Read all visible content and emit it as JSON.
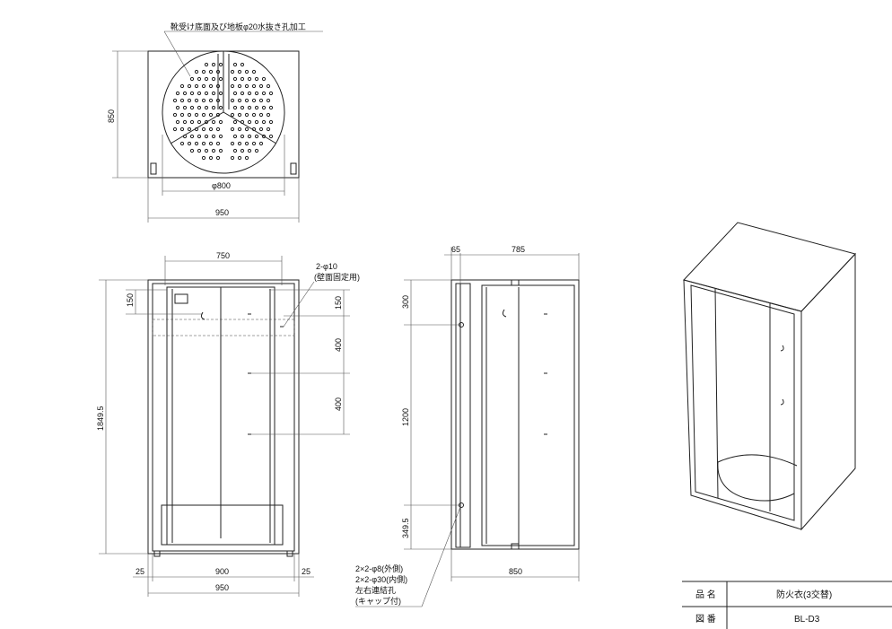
{
  "top_view": {
    "note": "靴受け底面及び地板φ20水抜き孔加工",
    "dim_depth": "850",
    "dim_diameter": "φ800",
    "dim_width": "950"
  },
  "front_view": {
    "dim_inner_top": "750",
    "dim_height": "1849.5",
    "dim_left_150": "150",
    "hole_note_1": "2-φ10",
    "hole_note_2": "(壁面固定用)",
    "dim_right_150": "150",
    "dim_right_400a": "400",
    "dim_right_400b": "400",
    "dim_side_left": "25",
    "dim_inner_width": "900",
    "dim_side_right": "25",
    "dim_total_width": "950"
  },
  "side_view": {
    "dim_65": "65",
    "dim_785": "785",
    "dim_300": "300",
    "dim_1200": "1200",
    "dim_349_5": "349.5",
    "dim_850": "850",
    "connect_note": [
      "2×2-φ8(外側)",
      "2×2-φ30(内側)",
      "左右連結孔",
      "(キャップ付)"
    ]
  },
  "title_block": {
    "name_label": "品 名",
    "name_value": "防火衣(3交替)",
    "drawing_label": "図 番",
    "drawing_value": "BL-D3"
  }
}
